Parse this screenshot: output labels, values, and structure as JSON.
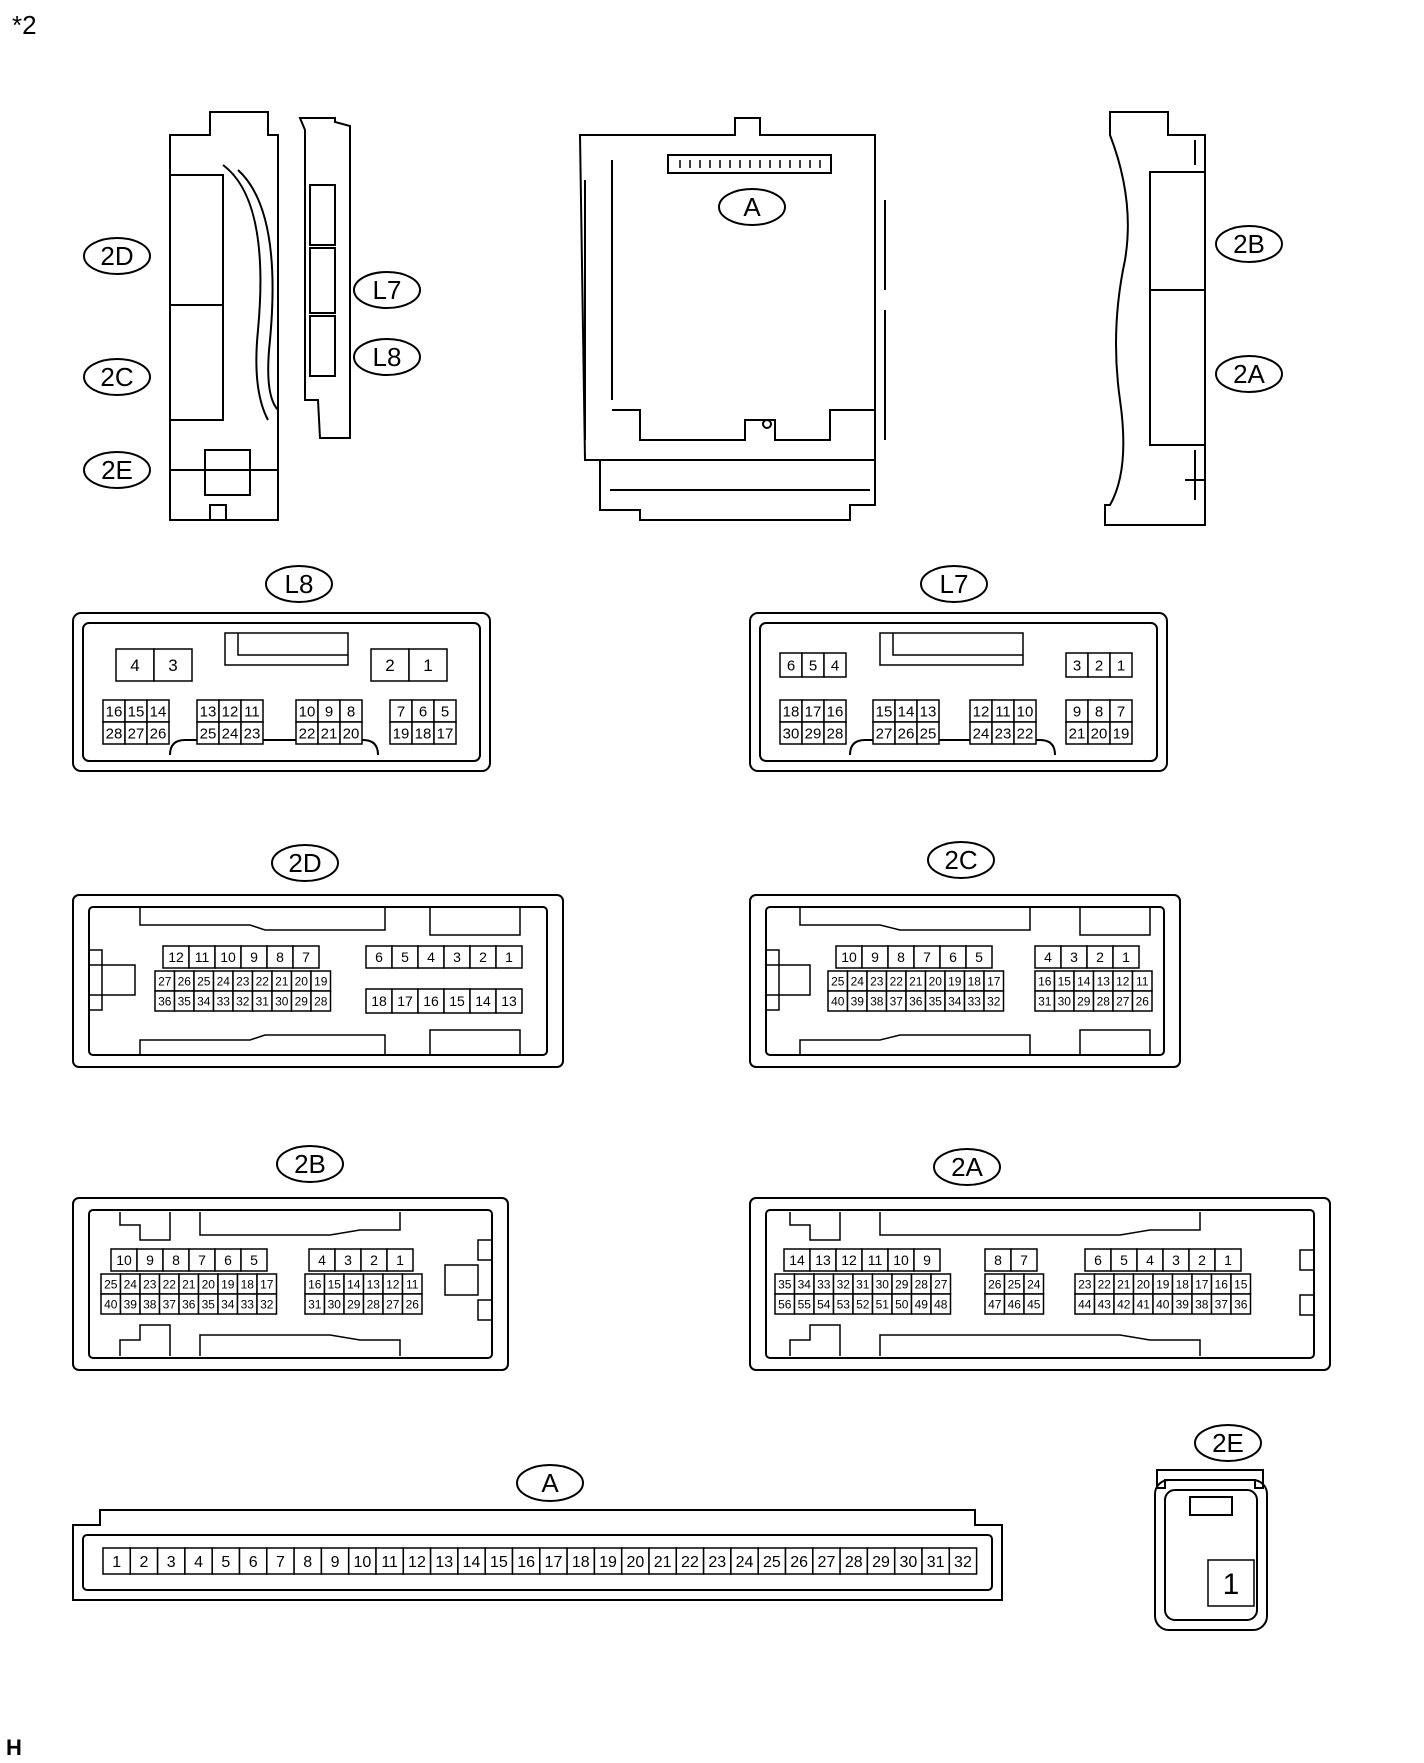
{
  "figure_note": "*2",
  "footer_letter": "H",
  "colors": {
    "ink": "#000000",
    "paper": "#ffffff"
  },
  "views": {
    "left": {
      "labels": [
        "2D",
        "2C",
        "2E",
        "L7",
        "L8"
      ]
    },
    "center": {
      "labels": [
        "A"
      ]
    },
    "right": {
      "labels": [
        "2B",
        "2A"
      ]
    }
  },
  "connectors": {
    "L8": {
      "label": "L8",
      "top": [
        [
          "4",
          "3"
        ],
        [
          "2",
          "1"
        ]
      ],
      "rows": [
        [
          [
            "16",
            "15",
            "14"
          ],
          [
            "13",
            "12",
            "11"
          ],
          [
            "10",
            "9",
            "8"
          ],
          [
            "7",
            "6",
            "5"
          ]
        ],
        [
          [
            "28",
            "27",
            "26"
          ],
          [
            "25",
            "24",
            "23"
          ],
          [
            "22",
            "21",
            "20"
          ],
          [
            "19",
            "18",
            "17"
          ]
        ]
      ]
    },
    "L7": {
      "label": "L7",
      "top": [
        [
          "6",
          "5",
          "4"
        ],
        [
          "3",
          "2",
          "1"
        ]
      ],
      "rows": [
        [
          [
            "18",
            "17",
            "16"
          ],
          [
            "15",
            "14",
            "13"
          ],
          [
            "12",
            "11",
            "10"
          ],
          [
            "9",
            "8",
            "7"
          ]
        ],
        [
          [
            "30",
            "29",
            "28"
          ],
          [
            "27",
            "26",
            "25"
          ],
          [
            "24",
            "23",
            "22"
          ],
          [
            "21",
            "20",
            "19"
          ]
        ]
      ]
    },
    "2D": {
      "label": "2D",
      "left": [
        [
          "12",
          "11",
          "10",
          "9",
          "8",
          "7"
        ],
        [
          "27",
          "26",
          "25",
          "24",
          "23",
          "22",
          "21",
          "20",
          "19"
        ],
        [
          "36",
          "35",
          "34",
          "33",
          "32",
          "31",
          "30",
          "29",
          "28"
        ]
      ],
      "right": [
        [
          "6",
          "5",
          "4",
          "3",
          "2",
          "1"
        ],
        [
          "18",
          "17",
          "16",
          "15",
          "14",
          "13"
        ]
      ]
    },
    "2C": {
      "label": "2C",
      "left": [
        [
          "10",
          "9",
          "8",
          "7",
          "6",
          "5"
        ],
        [
          "25",
          "24",
          "23",
          "22",
          "21",
          "20",
          "19",
          "18",
          "17"
        ],
        [
          "40",
          "39",
          "38",
          "37",
          "36",
          "35",
          "34",
          "33",
          "32"
        ]
      ],
      "right": [
        [
          "4",
          "3",
          "2",
          "1"
        ],
        [
          "16",
          "15",
          "14",
          "13",
          "12",
          "11"
        ],
        [
          "31",
          "30",
          "29",
          "28",
          "27",
          "26"
        ]
      ]
    },
    "2B": {
      "label": "2B",
      "left": [
        [
          "10",
          "9",
          "8",
          "7",
          "6",
          "5"
        ],
        [
          "25",
          "24",
          "23",
          "22",
          "21",
          "20",
          "19",
          "18",
          "17"
        ],
        [
          "40",
          "39",
          "38",
          "37",
          "36",
          "35",
          "34",
          "33",
          "32"
        ]
      ],
      "right": [
        [
          "4",
          "3",
          "2",
          "1"
        ],
        [
          "16",
          "15",
          "14",
          "13",
          "12",
          "11"
        ],
        [
          "31",
          "30",
          "29",
          "28",
          "27",
          "26"
        ]
      ]
    },
    "2A": {
      "label": "2A",
      "left": [
        [
          "14",
          "13",
          "12",
          "11",
          "10",
          "9"
        ],
        [
          "35",
          "34",
          "33",
          "32",
          "31",
          "30",
          "29",
          "28",
          "27"
        ],
        [
          "56",
          "55",
          "54",
          "53",
          "52",
          "51",
          "50",
          "49",
          "48"
        ]
      ],
      "mid": [
        [
          "8",
          "7"
        ],
        [
          "26",
          "25",
          "24"
        ],
        [
          "47",
          "46",
          "45"
        ]
      ],
      "right": [
        [
          "6",
          "5",
          "4",
          "3",
          "2",
          "1"
        ],
        [
          "23",
          "22",
          "21",
          "20",
          "19",
          "18",
          "17",
          "16",
          "15"
        ],
        [
          "44",
          "43",
          "42",
          "41",
          "40",
          "39",
          "38",
          "37",
          "36"
        ]
      ]
    },
    "A": {
      "label": "A",
      "pins": [
        "1",
        "2",
        "3",
        "4",
        "5",
        "6",
        "7",
        "8",
        "9",
        "10",
        "11",
        "12",
        "13",
        "14",
        "15",
        "16",
        "17",
        "18",
        "19",
        "20",
        "21",
        "22",
        "23",
        "24",
        "25",
        "26",
        "27",
        "28",
        "29",
        "30",
        "31",
        "32"
      ]
    },
    "2E": {
      "label": "2E",
      "pins": [
        "1"
      ]
    }
  }
}
